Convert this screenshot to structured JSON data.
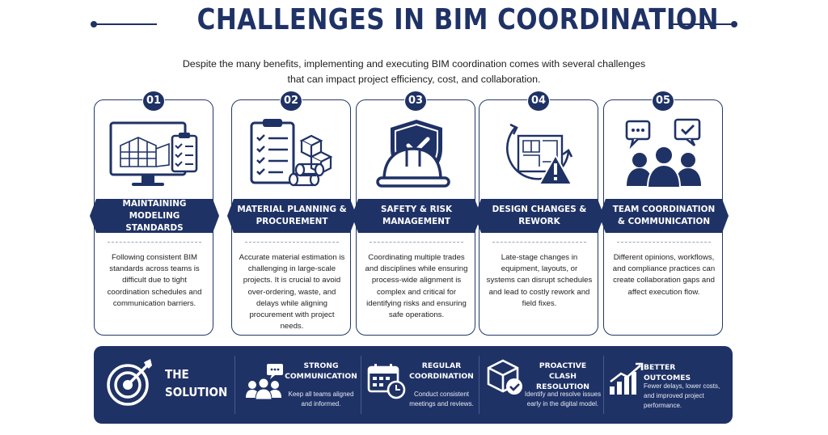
{
  "title": "CHALLENGES IN BIM COORDINATION",
  "subtitle_line1": "Despite the many benefits, implementing and executing BIM coordination comes with several challenges",
  "subtitle_line2": "that can impact project efficiency, cost, and collaboration.",
  "colors": {
    "navy": "#1f3266",
    "white": "#ffffff"
  },
  "cards": [
    {
      "num": "01",
      "title": "MAINTAINING MODELING STANDARDS",
      "icon": "monitor-model-checklist-icon",
      "desc": "Following consistent BIM standards across teams is difficult due to tight coordination schedules and communication barriers."
    },
    {
      "num": "02",
      "title": "MATERIAL PLANNING & PROCUREMENT",
      "icon": "clipboard-materials-icon",
      "desc": "Accurate material estimation is challenging in large-scale projects. It is crucial to avoid over-ordering, waste, and delays while aligning procurement with project needs."
    },
    {
      "num": "03",
      "title": "SAFETY & RISK MANAGEMENT",
      "icon": "hardhat-shield-icon",
      "desc": "Coordinating multiple trades and disciplines while ensuring process-wide alignment is complex and critical for identifying risks and ensuring safe operations."
    },
    {
      "num": "04",
      "title": "DESIGN CHANGES & REWORK",
      "icon": "blueprint-warning-icon",
      "desc": "Late-stage changes in equipment, layouts, or systems can disrupt schedules and lead to costly rework and field fixes."
    },
    {
      "num": "05",
      "title": "TEAM COORDINATION & COMMUNICATION",
      "icon": "team-chat-icon",
      "desc": "Different opinions, workflows, and compliance practices can create collaboration gaps and affect execution flow."
    }
  ],
  "solution": {
    "title_line1": "THE",
    "title_line2": "SOLUTION",
    "items": [
      {
        "title": "STRONG COMMUNICATION",
        "desc": "Keep all teams aligned and informed.",
        "icon": "team-speech-icon"
      },
      {
        "title": "REGULAR COORDINATION",
        "desc": "Conduct consistent meetings and reviews.",
        "icon": "calendar-clock-icon"
      },
      {
        "title": "PROACTIVE CLASH RESOLUTION",
        "desc": "Identify and resolve issues early in the digital model.",
        "icon": "cube-check-icon"
      },
      {
        "title": "BETTER OUTCOMES",
        "desc": "Fewer delays, lower costs, and improved project performance.",
        "icon": "growth-chart-icon"
      }
    ]
  }
}
